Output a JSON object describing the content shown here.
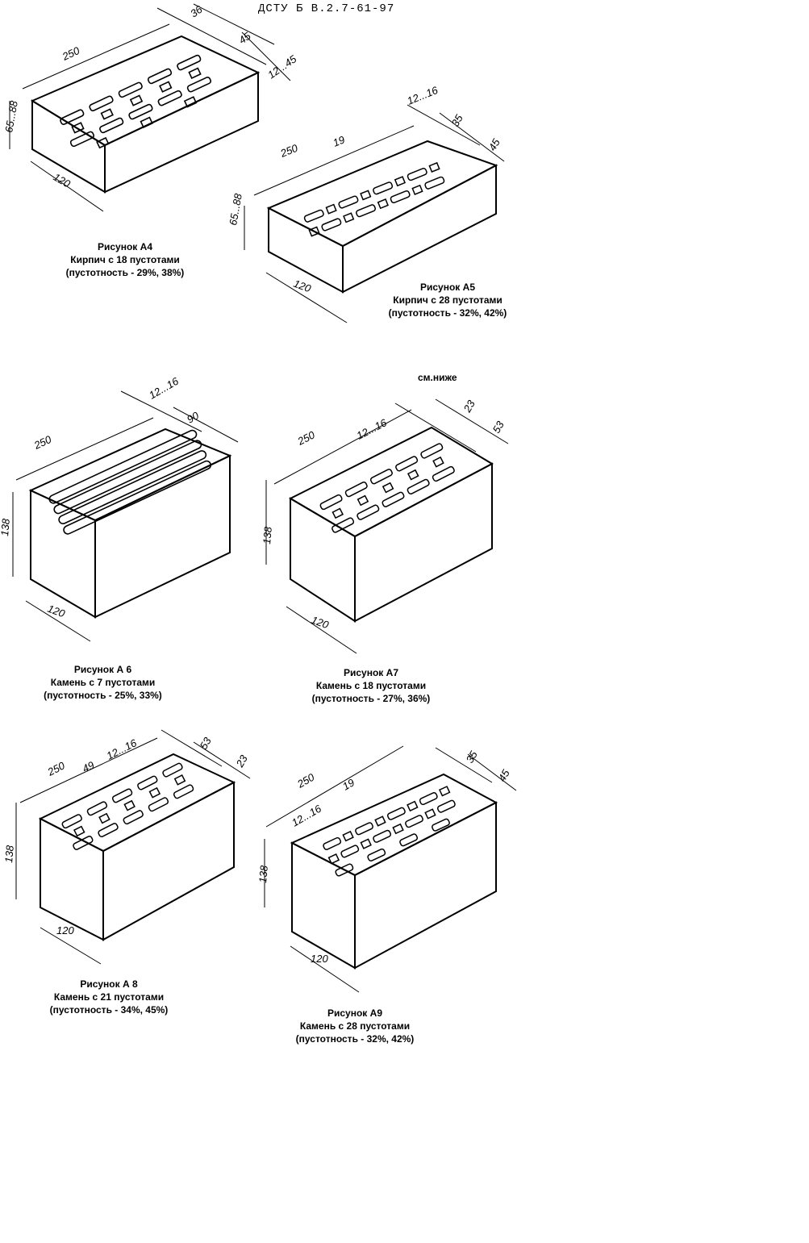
{
  "header": {
    "title": "ДСТУ Б В.2.7-61-97"
  },
  "note": {
    "see_below": "см.ниже"
  },
  "figures": [
    {
      "label": "Рисунок А4",
      "desc": "Кирпич с 18 пустотами",
      "voids": "(пустотность - 29%, 38%)",
      "dims": {
        "length": "250",
        "width": "120",
        "height": "65...88",
        "a": "36",
        "b": "45",
        "c": "12...45"
      }
    },
    {
      "label": "Рисунок А5",
      "desc": "Кирпич с 28 пустотами",
      "voids": "(пустотность - 32%, 42%)",
      "dims": {
        "length": "250",
        "width": "120",
        "height": "65...88",
        "a": "19",
        "b": "12...16",
        "c": "35",
        "d": "45"
      }
    },
    {
      "label": "Рисунок А 6",
      "desc": "Камень с 7 пустотами",
      "voids": "(пустотность - 25%, 33%)",
      "dims": {
        "length": "250",
        "width": "120",
        "height": "138",
        "a": "12...16",
        "b": "90"
      }
    },
    {
      "label": "Рисунок А7",
      "desc": "Камень с 18 пустотами",
      "voids": "(пустотность - 27%, 36%)",
      "dims": {
        "length": "250",
        "width": "120",
        "height": "138",
        "a": "12...16",
        "b": "23",
        "c": "53"
      }
    },
    {
      "label": "Рисунок А 8",
      "desc": "Камень с 21 пустотами",
      "voids": "(пустотность - 34%, 45%)",
      "dims": {
        "length": "250",
        "width": "120",
        "height": "138",
        "a": "49",
        "b": "12...16",
        "c": "53",
        "d": "23"
      }
    },
    {
      "label": "Рисунок А9",
      "desc": "Камень с 28 пустотами",
      "voids": "(пустотность - 32%, 42%)",
      "dims": {
        "length": "250",
        "width": "120",
        "height": "138",
        "a": "19",
        "b": "12...16",
        "c": "35",
        "d": "45"
      }
    }
  ]
}
